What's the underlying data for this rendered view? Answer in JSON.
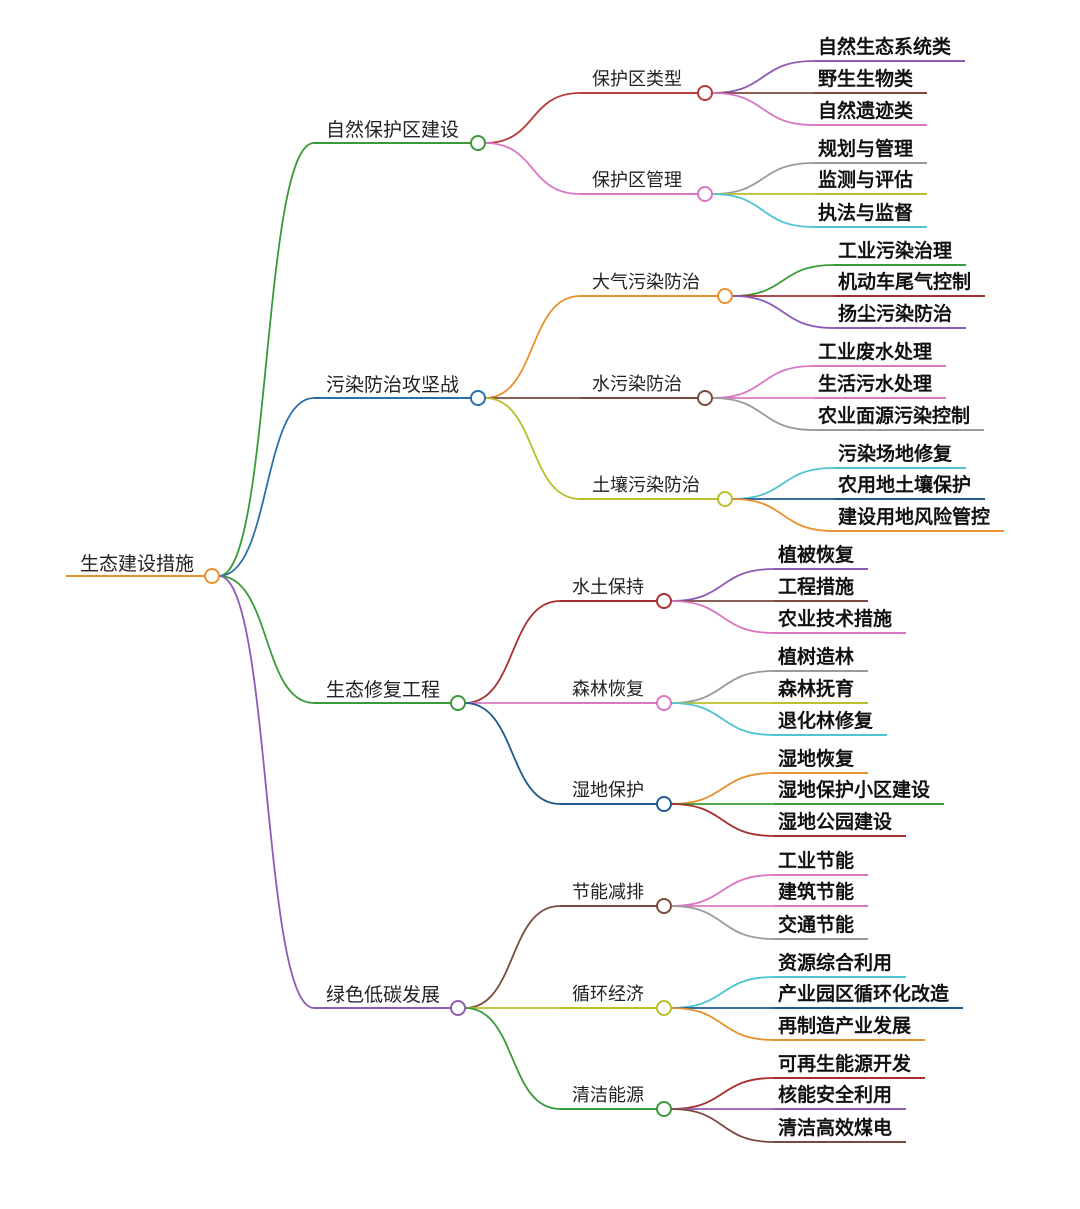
{
  "colors": {
    "orange": "#e8912e",
    "green": "#3a9a3a",
    "blue": "#2a6fa8",
    "purple": "#8e5bb5",
    "red": "#b73c3c",
    "pink": "#d878c4",
    "gray": "#9a9a9a",
    "olive": "#b9c02a",
    "cyan": "#4fc3d2",
    "brown": "#7a4a3f",
    "darkblue": "#1f5a8c",
    "darkred": "#a63030"
  },
  "root": {
    "label": "生态建设措施",
    "color": "orange",
    "children": [
      {
        "label": "自然保护区建设",
        "color": "green",
        "children": [
          {
            "label": "保护区类型",
            "color": "red",
            "children": [
              {
                "label": "自然生态系统类",
                "color": "purple"
              },
              {
                "label": "野生生物类",
                "color": "brown"
              },
              {
                "label": "自然遗迹类",
                "color": "pink"
              }
            ]
          },
          {
            "label": "保护区管理",
            "color": "pink",
            "children": [
              {
                "label": "规划与管理",
                "color": "gray"
              },
              {
                "label": "监测与评估",
                "color": "olive"
              },
              {
                "label": "执法与监督",
                "color": "cyan"
              }
            ]
          }
        ]
      },
      {
        "label": "污染防治攻坚战",
        "color": "blue",
        "children": [
          {
            "label": "大气污染防治",
            "color": "orange",
            "children": [
              {
                "label": "工业污染治理",
                "color": "green"
              },
              {
                "label": "机动车尾气控制",
                "color": "darkred"
              },
              {
                "label": "扬尘污染防治",
                "color": "purple"
              }
            ]
          },
          {
            "label": "水污染防治",
            "color": "brown",
            "children": [
              {
                "label": "工业废水处理",
                "color": "pink"
              },
              {
                "label": "生活污水处理",
                "color": "pink"
              },
              {
                "label": "农业面源污染控制",
                "color": "gray"
              }
            ]
          },
          {
            "label": "土壤污染防治",
            "color": "olive",
            "children": [
              {
                "label": "污染场地修复",
                "color": "cyan"
              },
              {
                "label": "农用地土壤保护",
                "color": "darkblue"
              },
              {
                "label": "建设用地风险管控",
                "color": "orange"
              }
            ]
          }
        ]
      },
      {
        "label": "生态修复工程",
        "color": "green",
        "children": [
          {
            "label": "水土保持",
            "color": "darkred",
            "children": [
              {
                "label": "植被恢复",
                "color": "purple"
              },
              {
                "label": "工程措施",
                "color": "brown"
              },
              {
                "label": "农业技术措施",
                "color": "pink"
              }
            ]
          },
          {
            "label": "森林恢复",
            "color": "pink",
            "children": [
              {
                "label": "植树造林",
                "color": "gray"
              },
              {
                "label": "森林抚育",
                "color": "olive"
              },
              {
                "label": "退化林修复",
                "color": "cyan"
              }
            ]
          },
          {
            "label": "湿地保护",
            "color": "darkblue",
            "children": [
              {
                "label": "湿地恢复",
                "color": "orange"
              },
              {
                "label": "湿地保护小区建设",
                "color": "green"
              },
              {
                "label": "湿地公园建设",
                "color": "darkred"
              }
            ]
          }
        ]
      },
      {
        "label": "绿色低碳发展",
        "color": "purple",
        "children": [
          {
            "label": "节能减排",
            "color": "brown",
            "children": [
              {
                "label": "工业节能",
                "color": "pink"
              },
              {
                "label": "建筑节能",
                "color": "pink"
              },
              {
                "label": "交通节能",
                "color": "gray"
              }
            ]
          },
          {
            "label": "循环经济",
            "color": "olive",
            "children": [
              {
                "label": "资源综合利用",
                "color": "cyan"
              },
              {
                "label": "产业园区循环化改造",
                "color": "darkblue"
              },
              {
                "label": "再制造产业发展",
                "color": "orange"
              }
            ]
          },
          {
            "label": "清洁能源",
            "color": "green",
            "children": [
              {
                "label": "可再生能源开发",
                "color": "darkred"
              },
              {
                "label": "核能安全利用",
                "color": "purple"
              },
              {
                "label": "清洁高效煤电",
                "color": "brown"
              }
            ]
          }
        ]
      }
    ]
  }
}
